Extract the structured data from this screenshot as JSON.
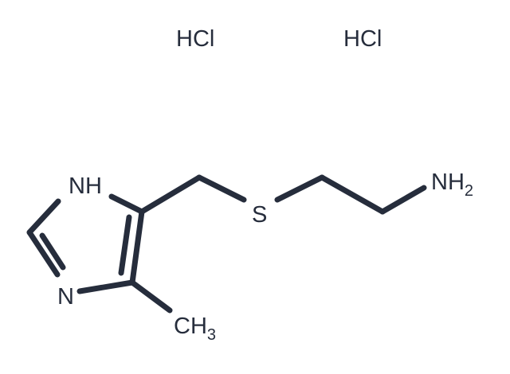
{
  "colors": {
    "bond": "#262d3c",
    "label": "#262d3c",
    "background": "#ffffff"
  },
  "counterions": [
    "HCl",
    "HCl"
  ],
  "atoms": {
    "imidazole_nh": "NH",
    "imidazole_n": "N",
    "sulfur": "S",
    "amine_main": "NH",
    "amine_sub": "2",
    "methyl_main": "CH",
    "methyl_sub": "3"
  }
}
